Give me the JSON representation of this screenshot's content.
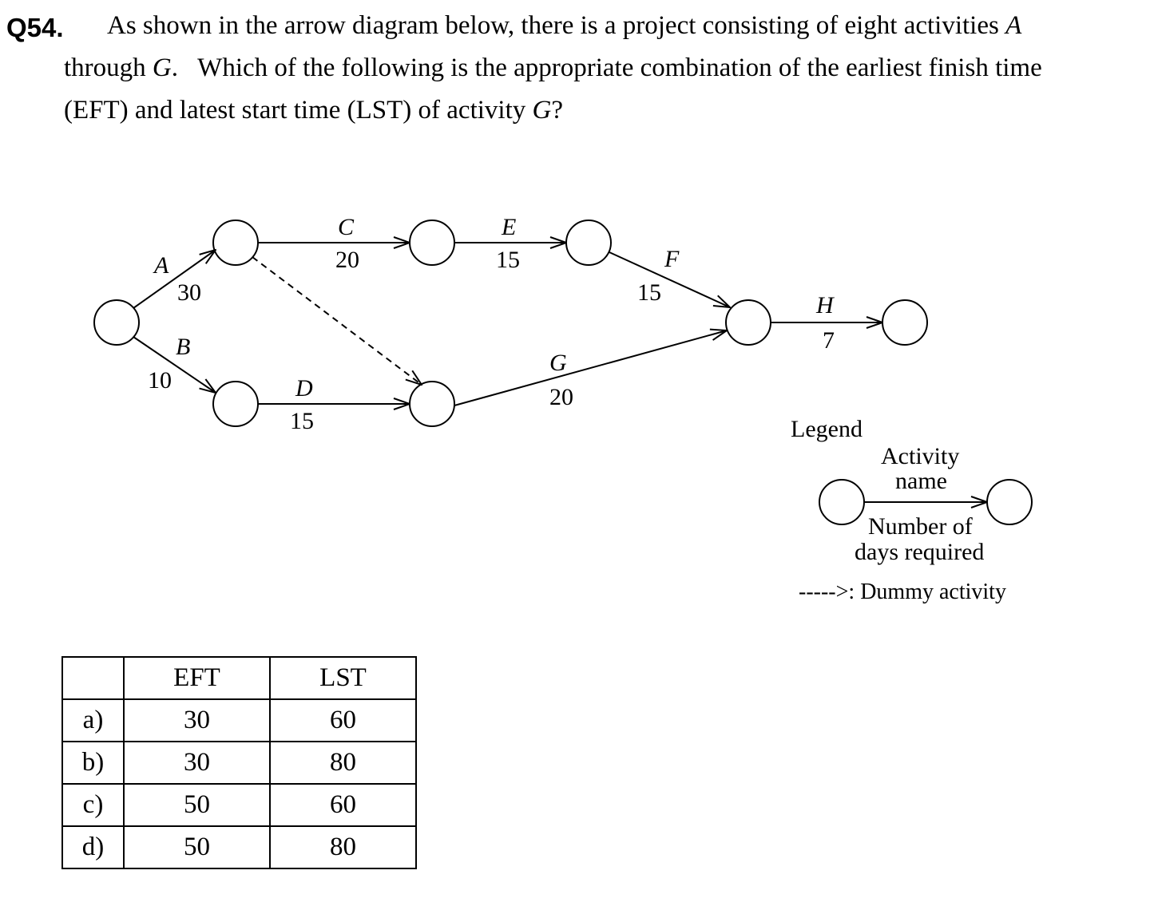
{
  "question": {
    "number": "Q54.",
    "line1": [
      "As shown in the arrow diagram below, there is a project consisting of eight activities ",
      "A"
    ],
    "line2": [
      "through ",
      "G",
      ".   Which of the following is the appropriate combination of the earliest finish time"
    ],
    "line3": [
      "(EFT) and latest start time (LST) of activity ",
      "G",
      "?"
    ]
  },
  "diagram": {
    "activities": [
      {
        "name": "A",
        "days": "30"
      },
      {
        "name": "B",
        "days": "10"
      },
      {
        "name": "C",
        "days": "20"
      },
      {
        "name": "D",
        "days": "15"
      },
      {
        "name": "E",
        "days": "15"
      },
      {
        "name": "F",
        "days": "15"
      },
      {
        "name": "G",
        "days": "20"
      },
      {
        "name": "H",
        "days": "7"
      }
    ]
  },
  "legend": {
    "title": "Legend",
    "activity_name": [
      "Activity",
      "name"
    ],
    "days_required": [
      "Number of",
      "days required"
    ],
    "dummy": "----->: Dummy activity"
  },
  "table": {
    "headers": [
      "",
      "EFT",
      "LST"
    ],
    "rows": [
      [
        "a)",
        "30",
        "60"
      ],
      [
        "b)",
        "30",
        "80"
      ],
      [
        "c)",
        "50",
        "60"
      ],
      [
        "d)",
        "50",
        "80"
      ]
    ]
  }
}
